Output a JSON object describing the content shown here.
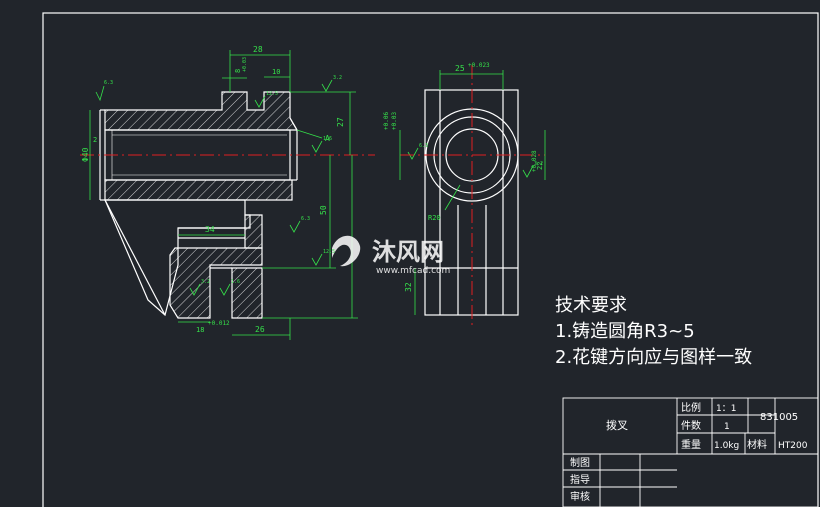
{
  "tech_requirements": {
    "title": "技术要求",
    "items": [
      "1.铸造圆角R3~5",
      "2.花键方向应与图样一致"
    ]
  },
  "title_block": {
    "part_name": "拨叉",
    "drawing_no": "831005",
    "ratio_label": "比例",
    "ratio_value": "1：1",
    "count_label": "件数",
    "count_value": "1",
    "weight_label": "重量",
    "weight_value": "1.0kg",
    "material_label": "材料",
    "material_value": "HT200",
    "drawn_by_label": "制图",
    "guide_label": "指导",
    "review_label": "审核"
  },
  "dimensions": {
    "d28": "28",
    "d10": "10",
    "d27": "27",
    "d50": "50",
    "d34": "34",
    "d26": "26",
    "d18": "18",
    "d18_tol": "+0.012",
    "d40": "Φ40",
    "d2": "2",
    "d3": "3",
    "d8": "8",
    "d8_tol": "+0.03",
    "d25": "25",
    "d25_tol": "+0.023",
    "d22": "22",
    "d22_tol": "+0.028",
    "d32": "32",
    "r20": "R20",
    "a_label": "A",
    "tol_v1": "+0.06",
    "tol_v2": "+0.03"
  },
  "surface_marks": [
    "6.3",
    "3.2",
    "1.6",
    "12.5"
  ],
  "watermark": {
    "brand": "沐风网",
    "url": "www.mfcad.com"
  },
  "colors": {
    "background": "#21252b",
    "outline": "#ffffff",
    "dimension": "#35e04a",
    "centerline": "#e02020",
    "hatch": "#ffffff"
  }
}
